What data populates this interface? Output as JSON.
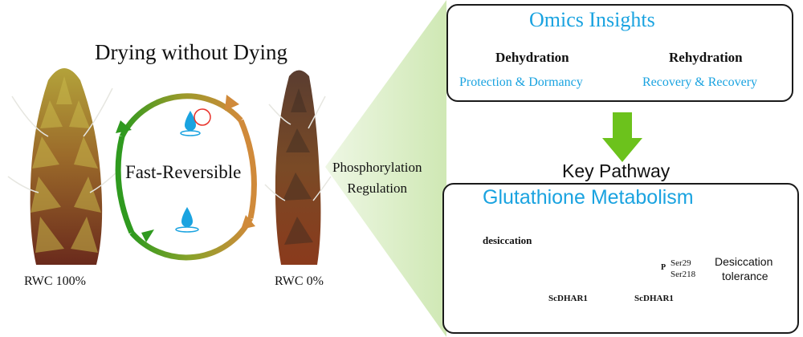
{
  "title": "Drying without Dying",
  "cycle_label": "Fast-Reversible",
  "rwc_left": "RWC 100%",
  "rwc_right": "RWC 0%",
  "mechanism": {
    "line1": "Phosphorylation",
    "line2": "Regulation"
  },
  "omics": {
    "title": "Omics Insights",
    "left_heading": "Dehydration",
    "right_heading": "Rehydration",
    "left_detail": "Protection & Dormancy",
    "right_detail": "Recovery & Recovery"
  },
  "key_pathway": "Key Pathway",
  "pathway": {
    "title": "Glutathione Metabolism",
    "stress": "desiccation",
    "enzyme_left": "ScDHAR1",
    "enzyme_right": "ScDHAR1",
    "phospho_mark": "P",
    "site1": "Ser29",
    "site2": "Ser218",
    "outcome_line1": "Desiccation",
    "outcome_line2": "tolerance"
  },
  "colors": {
    "accent_blue": "#1aa3e0",
    "arrow_green": "#6cc21c",
    "cycle_green": "#2f9a1f",
    "cycle_orange": "#d08a3a",
    "highlight_bg": "#dcefc8",
    "stress_red": "#e8322a"
  }
}
